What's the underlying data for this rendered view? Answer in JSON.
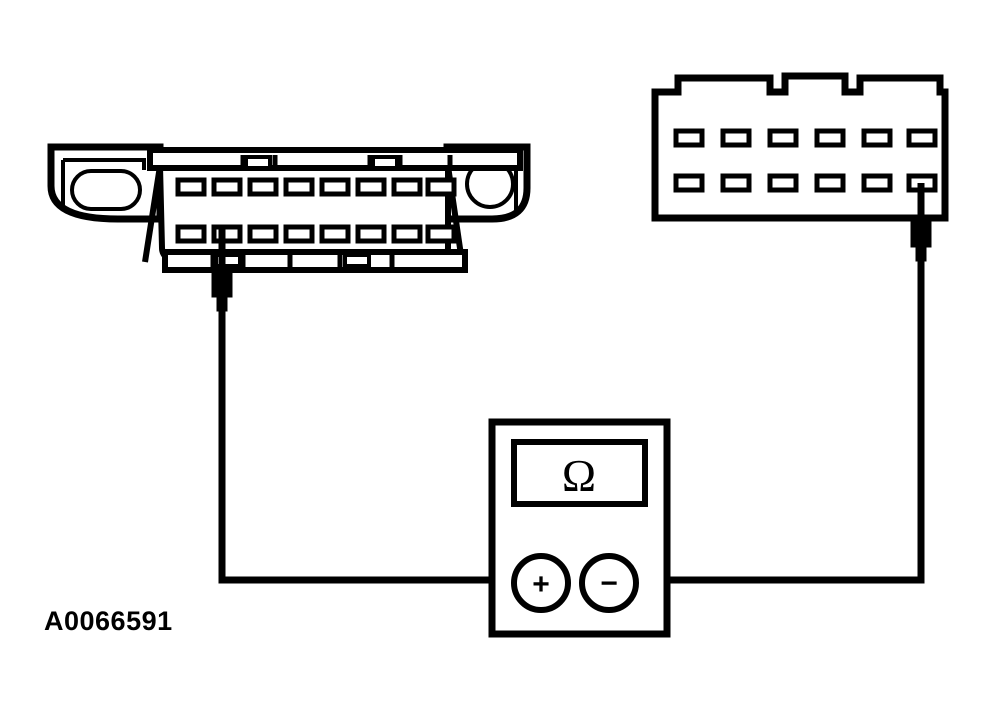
{
  "figure": {
    "id_label": "A0066591",
    "title": "Continuity test between two electrical connectors using an ohmmeter",
    "background_color": "#ffffff",
    "line_color": "#000000"
  },
  "meter": {
    "name": "ohmmeter",
    "display_symbol": "Ω",
    "display_meaning": "ohms-resistance-mode",
    "terminals": [
      {
        "name": "positive-terminal",
        "symbol": "+"
      },
      {
        "name": "negative-terminal",
        "symbol": "−"
      }
    ]
  },
  "connectors": [
    {
      "name": "left-connector",
      "style": "data-link-connector-with-mounting-flanges",
      "pin_rows": 2,
      "pins_per_row": 8,
      "total_pins": 16,
      "left_mounting_hole": "oblong",
      "right_mounting_hole": "round",
      "probed_pin": {
        "row": "bottom",
        "index": 2
      }
    },
    {
      "name": "right-connector",
      "style": "rectangular-connector-with-keyed-top-edge",
      "pin_rows": 2,
      "pins_per_row": 6,
      "total_pins": 12,
      "probed_pin": {
        "row": "bottom",
        "index": 6
      }
    }
  ],
  "probes": [
    {
      "name": "left-test-probe",
      "connects": "left-connector-bottom-row-pin-2 to positive-terminal"
    },
    {
      "name": "right-test-probe",
      "connects": "right-connector-bottom-row-pin-6 to negative-terminal"
    }
  ],
  "wires": [
    {
      "name": "positive-lead",
      "from": "left-test-probe",
      "to": "positive-terminal"
    },
    {
      "name": "negative-lead",
      "from": "right-test-probe",
      "to": "negative-terminal"
    }
  ]
}
